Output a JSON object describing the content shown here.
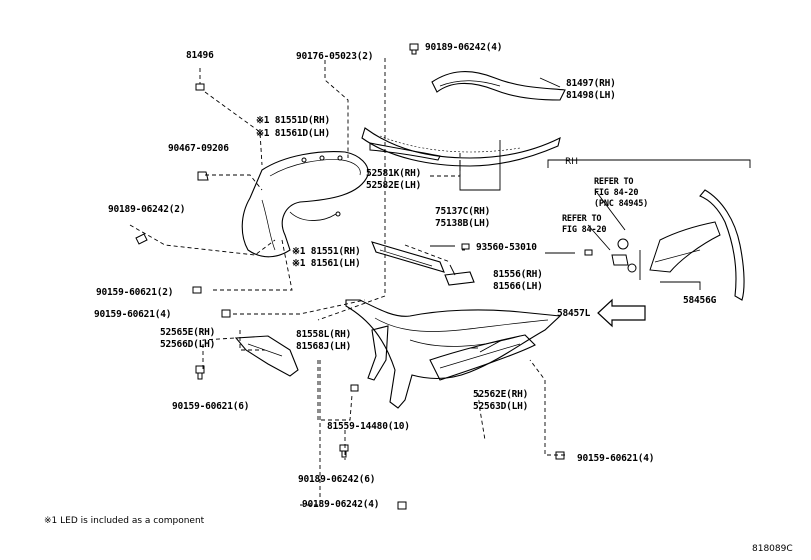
{
  "labels": {
    "p81496": "81496",
    "p90176": "90176-05023(2)",
    "p90189a": "90189-06242(4)",
    "p81497": "81497(RH)",
    "p81498": "81498(LH)",
    "p81551d": "※1 81551D(RH)",
    "p81561d": "※1 81561D(LH)",
    "p90467": "90467-09206",
    "p52581k": "52581K(RH)",
    "p52582e": "52582E(LH)",
    "p90189b": "90189-06242(2)",
    "p75137c": "75137C(RH)",
    "p75138b": "75138B(LH)",
    "p81551": "※1 81551(RH)",
    "p81561": "※1 81561(LH)",
    "p93560": "93560-53010",
    "p90159a": "90159-60621(2)",
    "p81556": "81556(RH)",
    "p81566": "81566(LH)",
    "p90159b": "90159-60621(4)",
    "p58457l": "58457L",
    "p52565e": "52565E(RH)",
    "p52566d": "52566D(LH)",
    "p81558l": "81558L(RH)",
    "p81568j": "81568J(LH)",
    "p90159c": "90159-60621(6)",
    "p52562e": "52562E(RH)",
    "p52563d": "52563D(LH)",
    "p81559": "81559-14480(10)",
    "p90159d": "90159-60621(4)",
    "p90189c": "90189-06242(6)",
    "p90189d": "90189-06242(4)",
    "p58456g": "58456G"
  },
  "rh_box": {
    "title": "RH",
    "ref1_line1": "REFER TO",
    "ref1_line2": "FIG 84-20",
    "ref1_line3": "(PNC 84945)",
    "ref2_line1": "REFER TO",
    "ref2_line2": "FIG 84-20"
  },
  "footnote": "※1 LED is included as a component",
  "diagram_code": "818089C"
}
